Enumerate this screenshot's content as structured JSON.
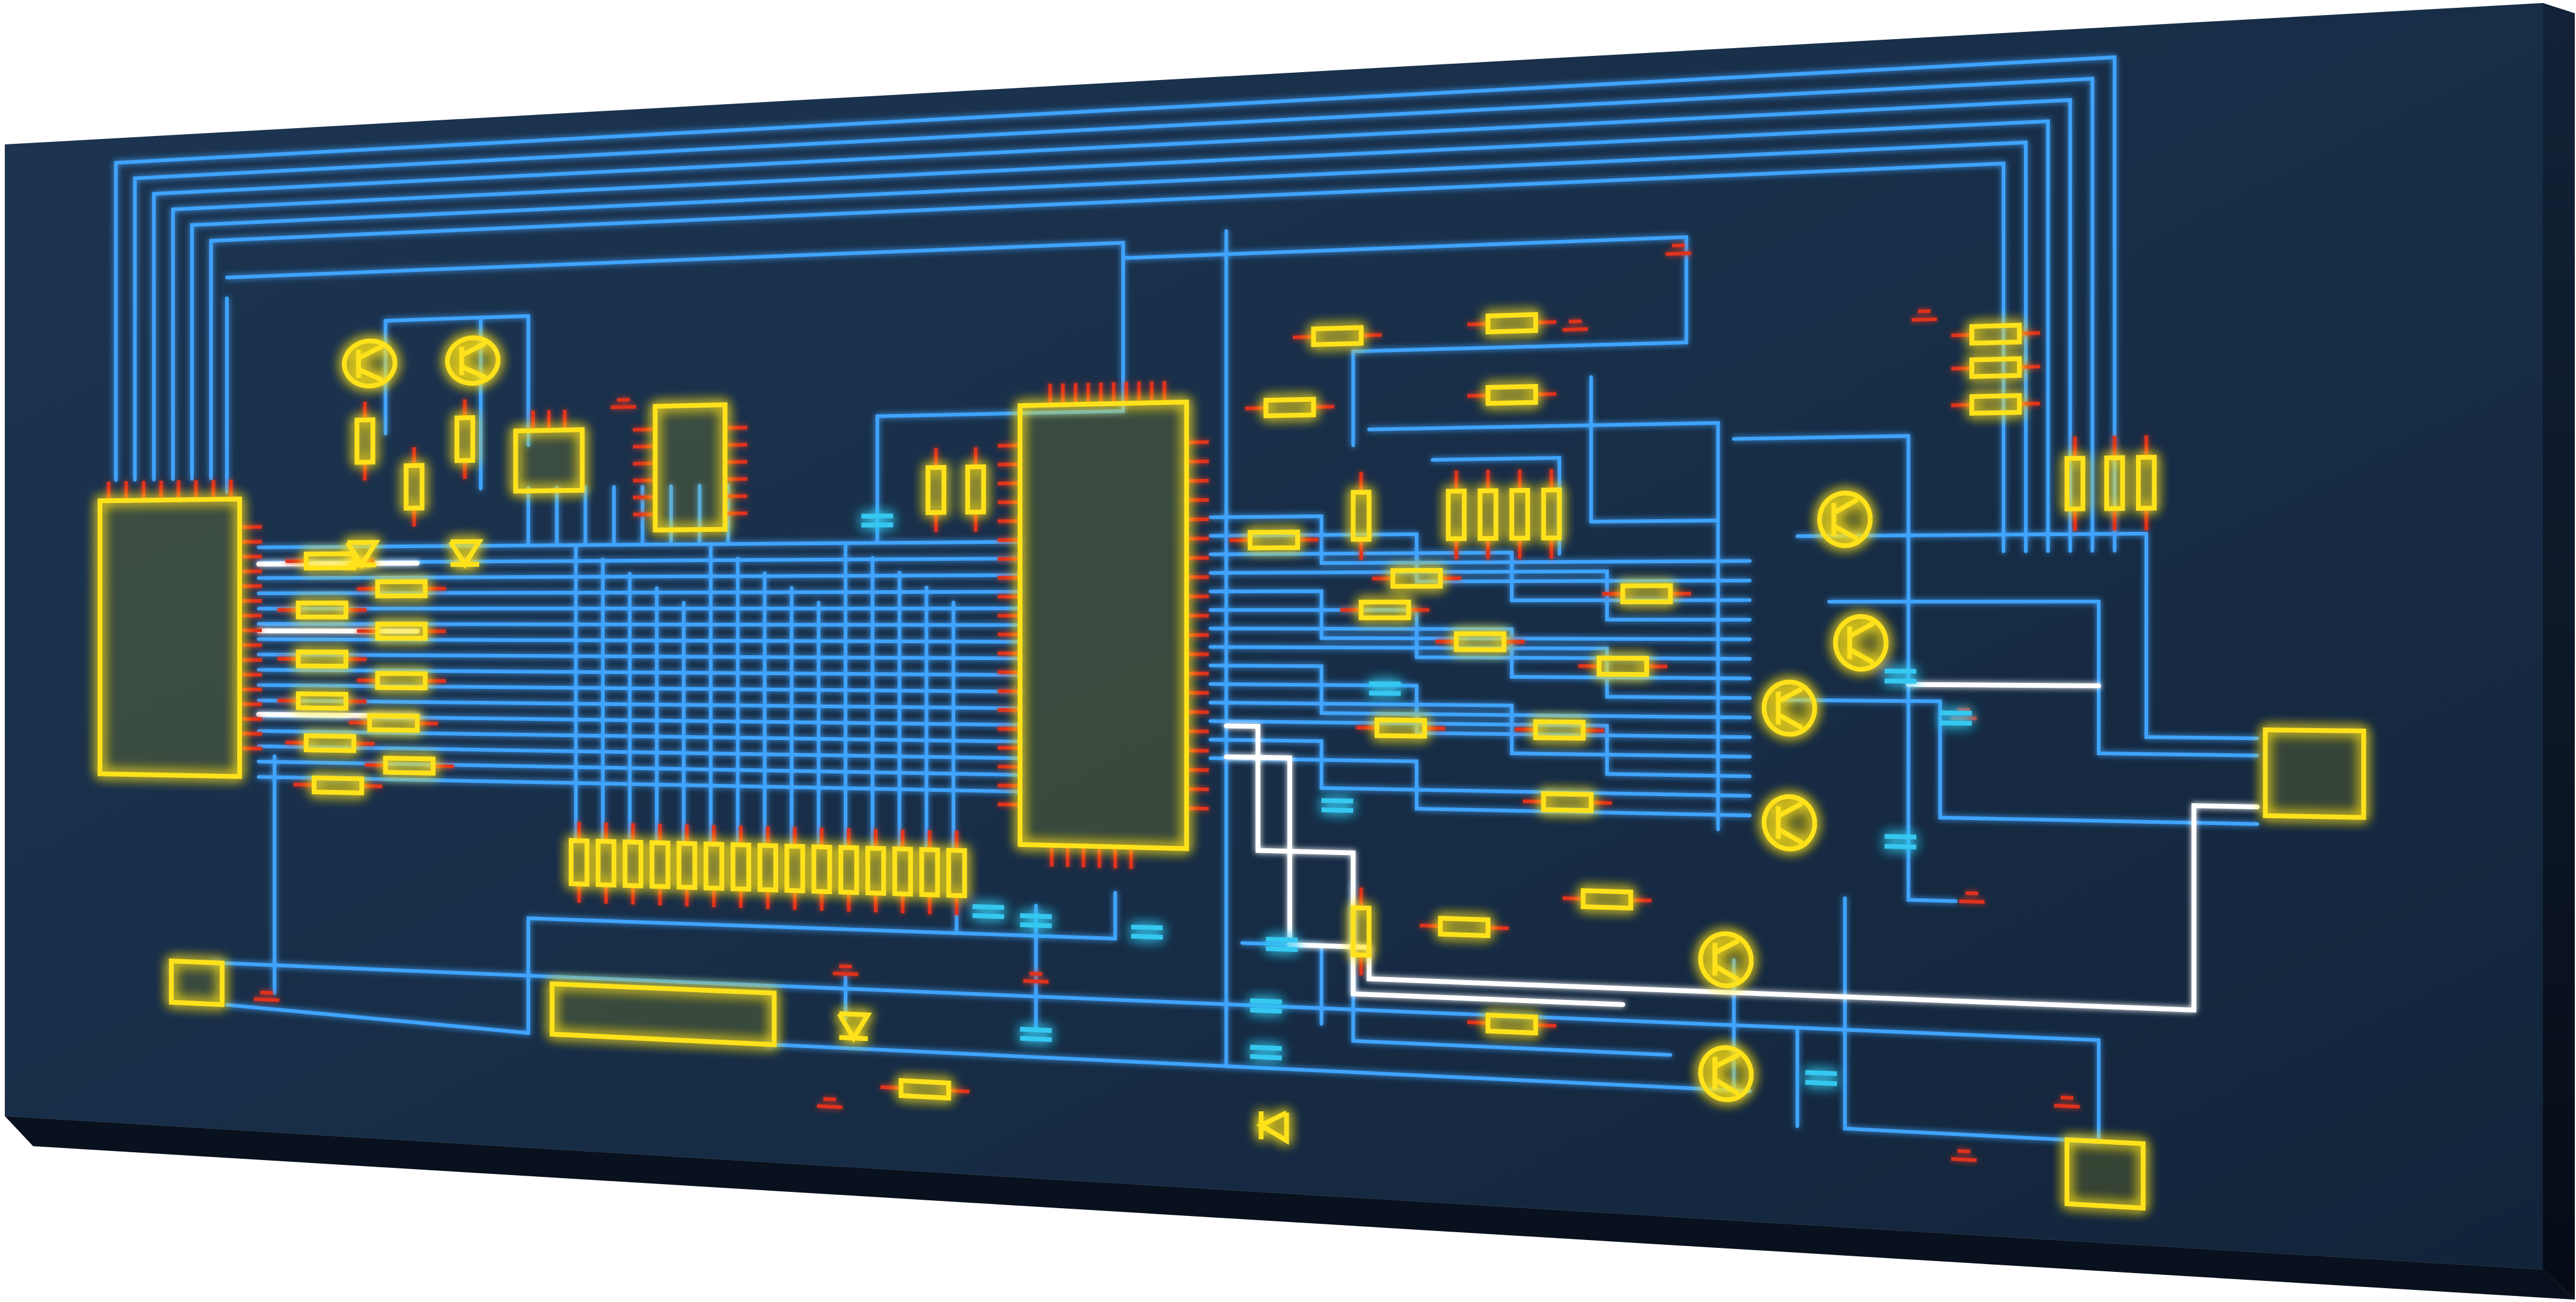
{
  "canvas": {
    "colors": {
      "page": "#ffffff",
      "panel_face": "#172d46",
      "panel_edge": "#0b1524",
      "trace": "#3fa4ff",
      "trace_bright": "#ffffff",
      "component": "#ffe21a",
      "pin": "#e0301f",
      "capacitor": "#35c8f0"
    }
  },
  "components": {
    "ics": [
      {
        "name": "connector-left",
        "type": "ic"
      },
      {
        "name": "ic-small-top-1",
        "type": "ic"
      },
      {
        "name": "ic-small-top-2",
        "type": "ic"
      },
      {
        "name": "mcu-main",
        "type": "ic"
      },
      {
        "name": "connector-right",
        "type": "ic"
      },
      {
        "name": "module-bottom-left",
        "type": "ic"
      },
      {
        "name": "module-bottom-right",
        "type": "ic"
      },
      {
        "name": "resistor-array-bottom",
        "type": "ic"
      }
    ],
    "transistor_count": 8,
    "resistor_count": 60,
    "capacitor_count": 14,
    "diode_count": 4,
    "labels": []
  }
}
